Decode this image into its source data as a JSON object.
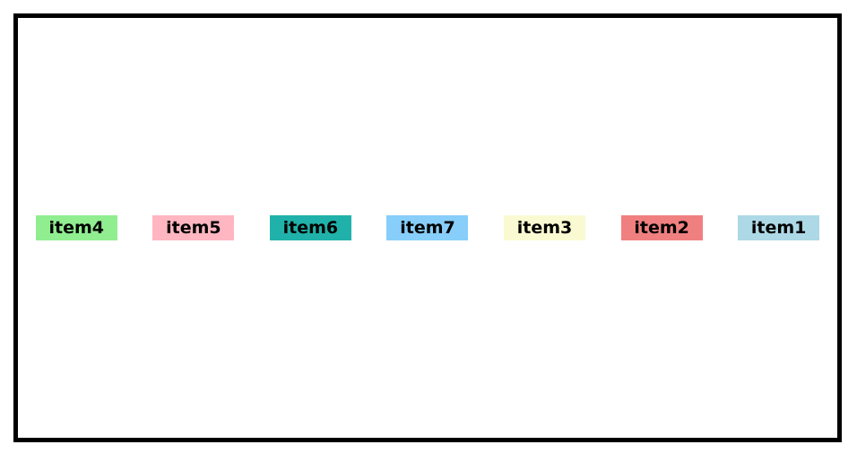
{
  "flex_container": {
    "items": [
      {
        "label": "item4",
        "color": "#90EE90"
      },
      {
        "label": "item5",
        "color": "#FFB6C1"
      },
      {
        "label": "item6",
        "color": "#20B2AA"
      },
      {
        "label": "item7",
        "color": "#87CEFA"
      },
      {
        "label": "item3",
        "color": "#FAFAD2"
      },
      {
        "label": "item2",
        "color": "#F08080"
      },
      {
        "label": "item1",
        "color": "#ADD8E6"
      }
    ]
  }
}
